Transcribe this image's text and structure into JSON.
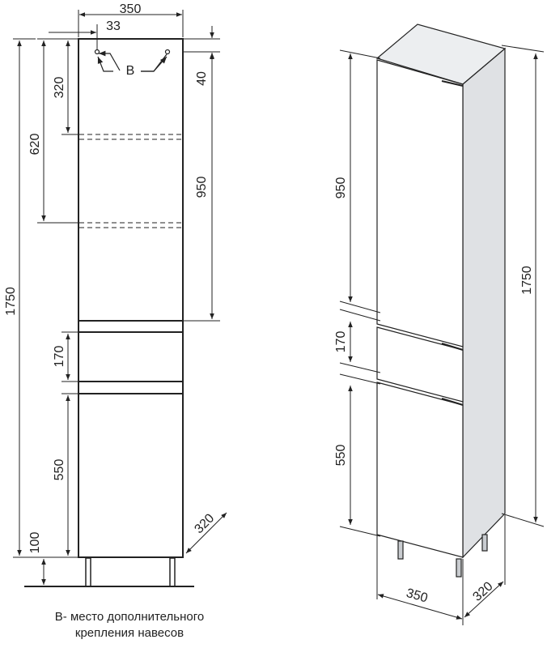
{
  "front_view": {
    "dims": {
      "width": "350",
      "offset": "33",
      "mount_label": "B",
      "top_gap": "40",
      "shelf_1": "320",
      "shelf_2": "620",
      "upper_door": "950",
      "total_height": "1750",
      "drawer": "170",
      "lower_door": "550",
      "legs": "100",
      "depth": "320"
    }
  },
  "iso_view": {
    "dims": {
      "upper_door": "950",
      "drawer": "170",
      "lower_door": "550",
      "total_height": "1750",
      "width": "350",
      "depth": "320"
    }
  },
  "note": {
    "line1": "В- место дополнительного",
    "line2": "крепления навесов"
  },
  "colors": {
    "line": "#222222",
    "panel_fill": "#ffffff",
    "side_fill": "#dfe1e4",
    "top_fill": "#eceef0",
    "leg": "#9a9ea3"
  }
}
